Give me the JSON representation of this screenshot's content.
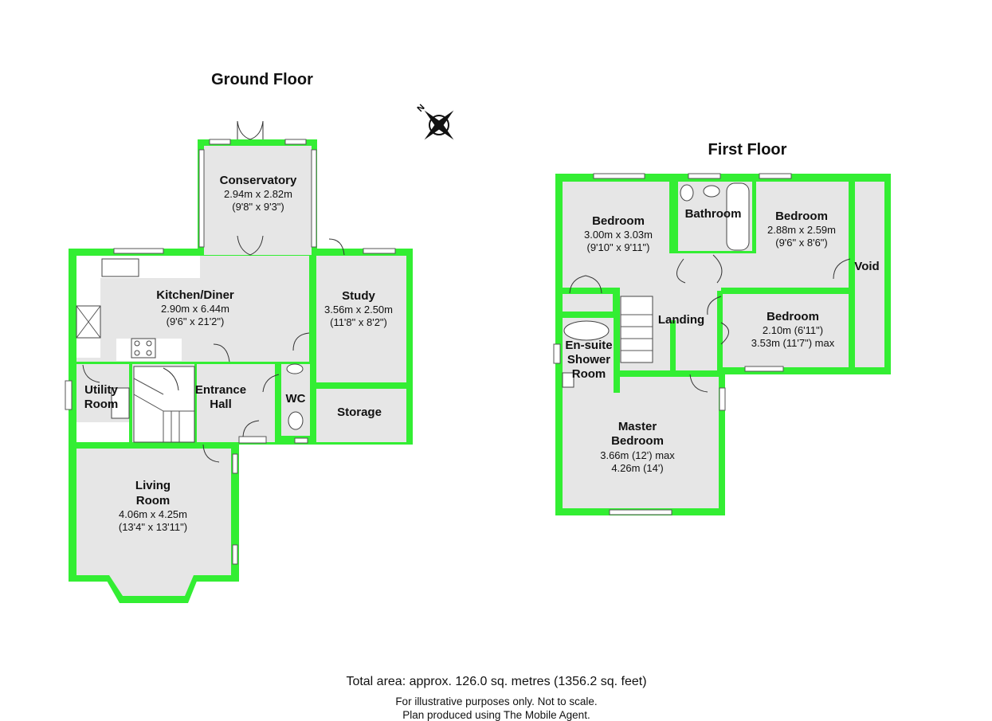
{
  "ground_floor": {
    "title": "Ground Floor",
    "rooms": {
      "conservatory": {
        "name": "Conservatory",
        "dim_m": "2.94m x 2.82m",
        "dim_ft": "(9'8\" x 9'3\")"
      },
      "kitchen": {
        "name": "Kitchen/Diner",
        "dim_m": "2.90m x 6.44m",
        "dim_ft": "(9'6\" x 21'2\")"
      },
      "study": {
        "name": "Study",
        "dim_m": "3.56m x 2.50m",
        "dim_ft": "(11'8\" x 8'2\")"
      },
      "utility": {
        "name1": "Utility",
        "name2": "Room"
      },
      "entrance": {
        "name1": "Entrance",
        "name2": "Hall"
      },
      "wc": {
        "name": "WC"
      },
      "storage": {
        "name": "Storage"
      },
      "living": {
        "name1": "Living",
        "name2": "Room",
        "dim_m": "4.06m x 4.25m",
        "dim_ft": "(13'4\" x 13'11\")"
      }
    }
  },
  "first_floor": {
    "title": "First Floor",
    "rooms": {
      "bedroom1": {
        "name": "Bedroom",
        "dim_m": "3.00m x 3.03m",
        "dim_ft": "(9'10\" x 9'11\")"
      },
      "bathroom": {
        "name": "Bathroom"
      },
      "bedroom2": {
        "name": "Bedroom",
        "dim_m": "2.88m x 2.59m",
        "dim_ft": "(9'6\" x 8'6\")"
      },
      "void": {
        "name": "Void"
      },
      "landing": {
        "name": "Landing"
      },
      "bedroom3": {
        "name": "Bedroom",
        "dim_1": "2.10m (6'11\")",
        "dim_2": "3.53m (11'7\") max"
      },
      "ensuite": {
        "name1": "En-suite",
        "name2": "Shower",
        "name3": "Room"
      },
      "master": {
        "name1": "Master",
        "name2": "Bedroom",
        "dim_1": "3.66m (12') max",
        "dim_2": "4.26m (14')"
      }
    }
  },
  "compass": {
    "label": "N",
    "icon": "compass-rose-icon"
  },
  "footer": {
    "total_area": "Total area: approx. 126.0 sq. metres (1356.2 sq. feet)",
    "disclaimer": "For illustrative purposes only. Not to scale.",
    "credit": "Plan produced using The Mobile Agent."
  },
  "colors": {
    "wall": "#33ee33",
    "floor": "#e6e6e6"
  }
}
